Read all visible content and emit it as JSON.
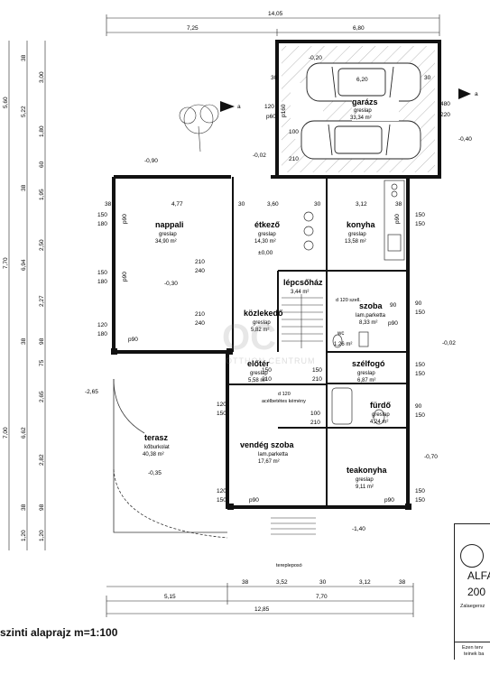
{
  "plan_caption": "szinti   alaprajz  m=1:100",
  "rooms": {
    "garage": {
      "name": "garázs",
      "floor": "greslap",
      "area": "33,34 m²"
    },
    "living": {
      "name": "nappali",
      "floor": "greslap",
      "area": "34,90 m²"
    },
    "dining": {
      "name": "étkező",
      "floor": "greslap",
      "area": "14,30 m²"
    },
    "kitchen": {
      "name": "konyha",
      "floor": "greslap",
      "area": "13,58 m²"
    },
    "stairs": {
      "name": "lépcsőház",
      "area": "3,44 m²"
    },
    "room": {
      "name": "szoba",
      "floor": "lam.parketta",
      "area": "8,33 m²"
    },
    "hall": {
      "name": "közlekedő",
      "floor": "greslap",
      "area": "5,82 m²"
    },
    "wc": {
      "name": "wc",
      "area": "1,26 m²"
    },
    "vestibule": {
      "name": "előtér",
      "floor": "greslap",
      "area": "5,58 m²"
    },
    "wind": {
      "name": "szélfogó",
      "floor": "greslap",
      "area": "6,87 m²"
    },
    "bath": {
      "name": "fürdő",
      "floor": "greslap",
      "area": "4,24 m²"
    },
    "terrace": {
      "name": "terasz",
      "floor": "kőburkolat",
      "area": "40,38 m²"
    },
    "guest": {
      "name": "vendég szoba",
      "floor": "lam.parketta",
      "area": "17,67 m²"
    },
    "tea": {
      "name": "teakonyha",
      "floor": "greslap",
      "area": "9,11 m²"
    }
  },
  "dims_top": {
    "total": "14,05",
    "left": "7,25",
    "right": "6,80",
    "garage": "6,20"
  },
  "dims_bottom": {
    "total": "12,85",
    "left": "5,15",
    "right": "7,70",
    "d1": "3,52",
    "d2": "3,12",
    "w1": "38",
    "w2": "30",
    "w3": "38"
  },
  "dims_interior": {
    "a": "4,77",
    "b": "3,60",
    "c": "3,12",
    "w1": "30",
    "w2": "38",
    "w3": "30"
  },
  "levels": {
    "l1": "-0,20",
    "l2": "-0,90",
    "l3": "-0,02",
    "l4": "-0,40",
    "l5": "-0,30",
    "l6": "±0,00",
    "l7": "-0,02",
    "l8": "-2,65",
    "l9": "-0,35",
    "l10": "-0,70",
    "l11": "-1,40"
  },
  "left_dims": {
    "v1": "5,60",
    "v2": "5,22",
    "v3": "38",
    "v4": "3,00",
    "v5": "1,80",
    "v6": "60",
    "v7": "1,95",
    "v8": "38",
    "v9": "7,70",
    "v10": "6,94",
    "v11": "2,50",
    "v12": "2,27",
    "v13": "98",
    "v14": "38",
    "v15": "75",
    "v16": "7,00",
    "v17": "6,62",
    "v18": "2,65",
    "v19": "2,82",
    "v20": "98",
    "v21": "38",
    "v22": "1,20",
    "v23": "1,20"
  },
  "openings": {
    "o1": "150",
    "o2": "180",
    "o3": "240",
    "o4": "210",
    "o5": "120",
    "o6": "100",
    "o7": "90"
  },
  "misc": {
    "terrain": "terepleposó",
    "door_note": "d 120",
    "door_note2": "acélbetétes kémény",
    "chimney": "d 120 szell.",
    "section_a": "a",
    "garage_door": "480",
    "garage_door2": "220",
    "p90": "p90",
    "p60": "p60",
    "p160": "p160",
    "wall_90": "90"
  },
  "titleblock": {
    "title": "ALFA",
    "year": "200",
    "place": "Zalaegersz",
    "note1": "Ezen terv",
    "note2": "teinek ba"
  },
  "watermark": {
    "mark": "OC",
    "text": "OTTHON CENTRUM"
  }
}
